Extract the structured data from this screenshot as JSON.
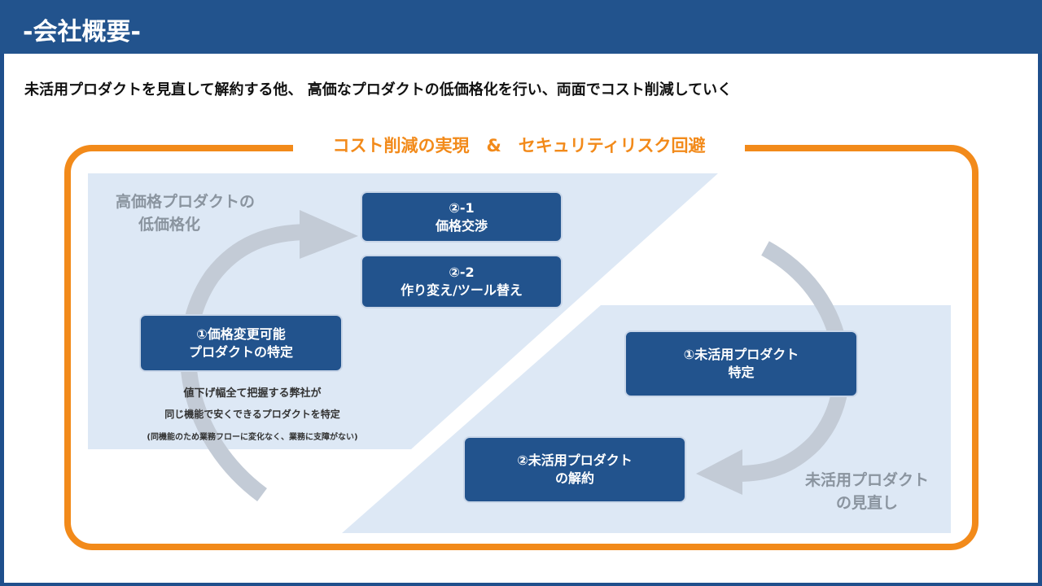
{
  "header": {
    "title": "-会社概要-"
  },
  "lead": "未活用プロダクトを見直して解約する他、 高価なプロダクトの低価格化を行い、両面でコスト削減していく",
  "frame_title": "コスト削減の実現　&　セキュリティリスク回避",
  "left": {
    "label_lines": [
      "高価格プロダクトの",
      "低価格化"
    ],
    "box_1": [
      "①価格変更可能",
      "プロダクトの特定"
    ],
    "box_2_1": [
      "②-1",
      "価格交渉"
    ],
    "box_2_2": [
      "②-2",
      "作り変え/ツール替え"
    ],
    "notes": [
      "値下げ幅全て把握する弊社が",
      "同じ機能で安くできるプロダクトを特定",
      "(同機能のため業務フローに変化なく、業務に支障がない)"
    ]
  },
  "right": {
    "label_lines": [
      "未活用プロダクト",
      "の見直し"
    ],
    "box_1": [
      "①未活用プロダクト",
      "特定"
    ],
    "box_2": [
      "②未活用プロダクト",
      "の解約"
    ]
  },
  "colors": {
    "navy": "#22538d",
    "orange": "#f28a1a",
    "light_blue": "#dde8f5",
    "arrow_gray": "#c3cbd6"
  }
}
